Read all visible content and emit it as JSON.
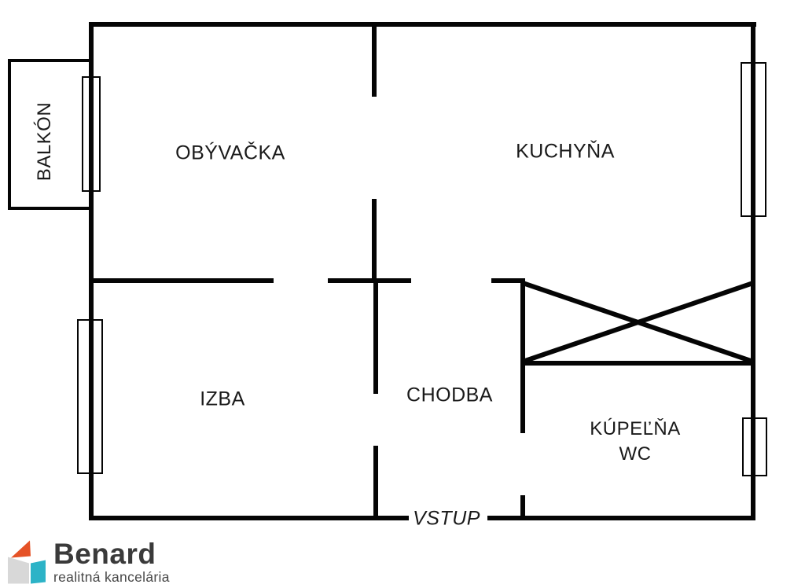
{
  "diagram": {
    "type": "apartment-floor-plan",
    "background_color": "#ffffff",
    "wall_color": "#050505",
    "text_color": "#1a1a1a",
    "rooms": {
      "balkon": {
        "label": "BALKÓN"
      },
      "obyvacka": {
        "label": "OBÝVAČKA"
      },
      "kuchyna": {
        "label": "KUCHYŇA"
      },
      "izba": {
        "label": "IZBA"
      },
      "chodba": {
        "label": "CHODBA"
      },
      "kupelna": {
        "label": "KÚPEĽŇA",
        "label2": "WC"
      },
      "vstup": {
        "label": "VSTUP"
      }
    }
  },
  "logo": {
    "name": "Benard",
    "tagline": "realitná kancelária",
    "colors": {
      "orange": "#e55226",
      "teal": "#2cb3c7",
      "gray_face": "#d8d8d8",
      "name_text": "#3a3a3a",
      "tagline_text": "#474747"
    }
  }
}
